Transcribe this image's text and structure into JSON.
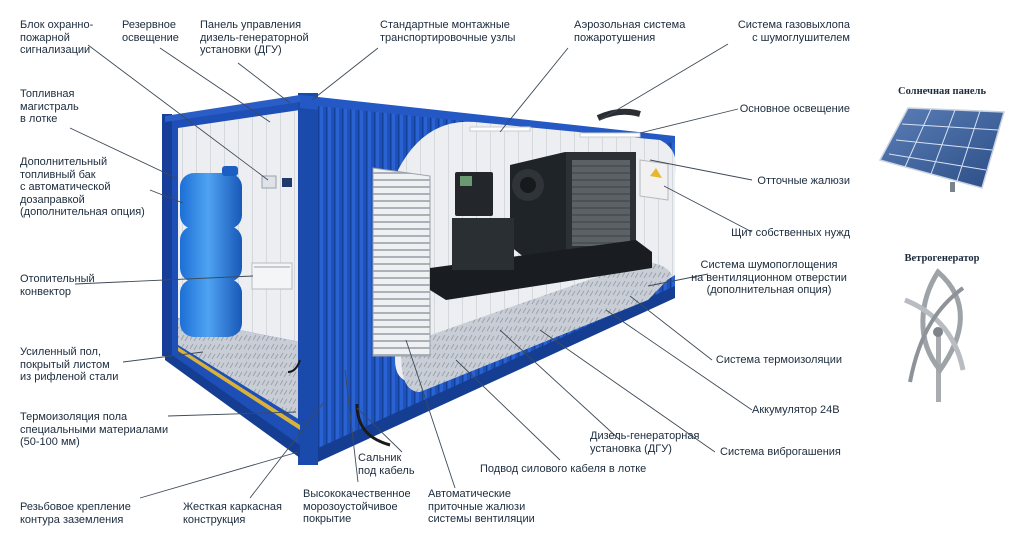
{
  "labels": {
    "fire_alarm": "Блок охранно-\nпожарной\nсигнализации",
    "backup_light": "Резервное\nосвещение",
    "dgu_panel": "Панель управления\nдизель-генераторной\nустановки (ДГУ)",
    "mount_nodes": "Стандартные монтажные\nтранспортировочные узлы",
    "aerosol": "Аэрозольная система\nпожаротушения",
    "exhaust": "Система газовыхлопа\nс шумоглушителем",
    "fuel_line": "Топливная\nмагистраль\nв лотке",
    "main_light": "Основное освещение",
    "extra_tank": "Дополнительный\nтопливный бак\nс автоматической\nдозаправкой\n(дополнительная опция)",
    "exhaust_louvers": "Отточные жалюзи",
    "aux_panel": "Щит собственных нужд",
    "noise": "Система шумопоглощения\nна вентиляционном отверстии\n(дополнительная опция)",
    "convector": "Отопительный\nконвектор",
    "floor": "Усиленный пол,\nпокрытый листом\nиз рифленой стали",
    "thermo": "Система термоизоляции",
    "floor_insul": "Термоизоляция пола\nспециальными материалами\n(50-100 мм)",
    "battery": "Аккумулятор 24В",
    "dgu": "Дизель-генераторная\nустановка (ДГУ)",
    "vibro": "Система виброгашения",
    "gland": "Сальник\nпод кабель",
    "cable": "Подвод силового кабеля в лотке",
    "grounding": "Резьбовое крепление\nконтура заземления",
    "frame": "Жесткая каркасная\nконструкция",
    "coating": "Высококачественное\nморозоустойчивое\nпокрытие",
    "intake_louvers": "Автоматические\nприточные жалюзи\nсистемы вентиляции"
  },
  "side": {
    "solar_title": "Солнечная панель",
    "wind_title": "Ветрогенератор"
  },
  "colors": {
    "container": "#1c4fb8",
    "container_dark": "#12398c",
    "text": "#1b2b3c",
    "leader": "#3e4a56"
  }
}
